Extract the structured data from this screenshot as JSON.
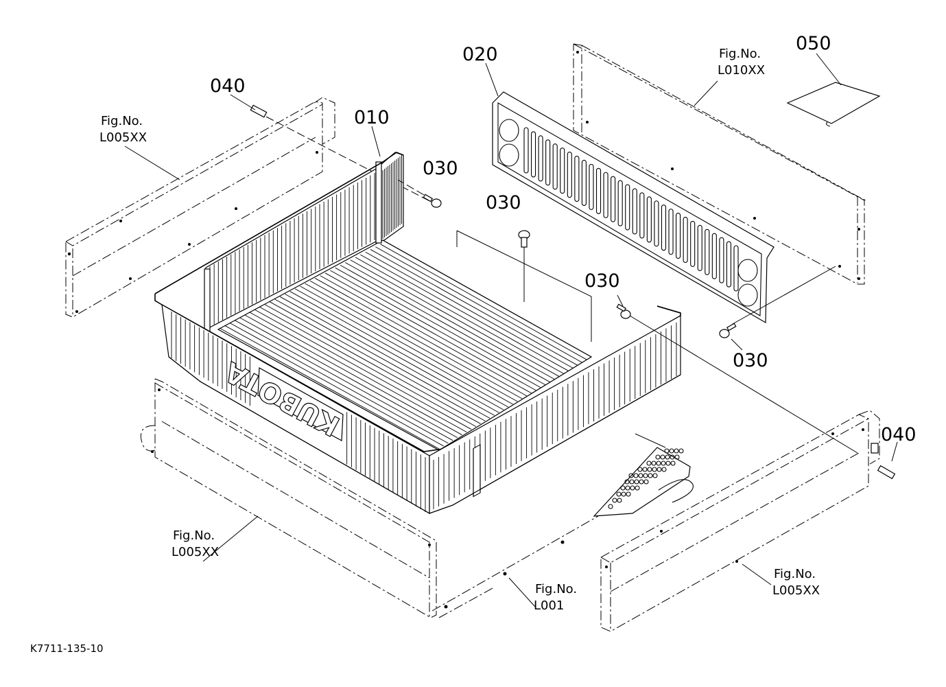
{
  "labels": {
    "part_010": "010",
    "part_020": "020",
    "part_030_a": "030",
    "part_030_b": "030",
    "part_030_c": "030",
    "part_030_d": "030",
    "part_040_left": "040",
    "part_040_right": "040",
    "part_050": "050",
    "brand_mark": "KUBOTA"
  },
  "figure_refs": {
    "left_rail": {
      "line1": "Fig.No.",
      "line2": "L005XX"
    },
    "tailgate_panel": {
      "line1": "Fig.No.",
      "line2": "L010XX"
    },
    "front_rail": {
      "line1": "Fig.No.",
      "line2": "L005XX"
    },
    "floor_plate": {
      "line1": "Fig.No.",
      "line2": "L001"
    },
    "right_rail": {
      "line1": "Fig.No.",
      "line2": "L005XX"
    }
  },
  "drawing_number": "K7711-135-10"
}
